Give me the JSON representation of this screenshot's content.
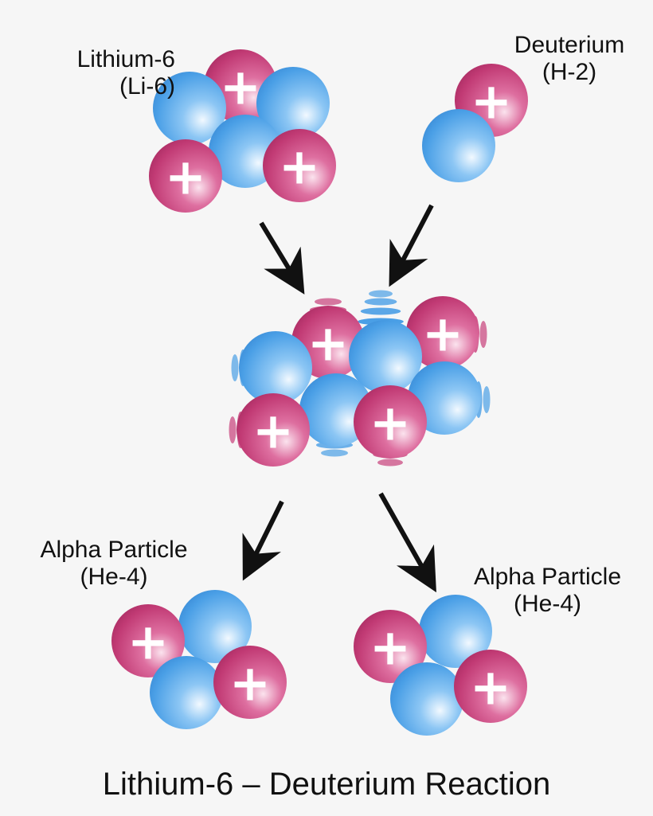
{
  "diagram": {
    "caption": "Lithium-6 – Deuterium Reaction",
    "nodes": [
      {
        "id": "lithium-6",
        "name": "Lithium-6",
        "symbol": "(Li-6)",
        "protons": 3,
        "neutrons": 3
      },
      {
        "id": "deuterium",
        "name": "Deuterium",
        "symbol": "(H-2)",
        "protons": 1,
        "neutrons": 1
      },
      {
        "id": "compound-nucleus",
        "protons": 4,
        "neutrons": 4
      },
      {
        "id": "alpha-1",
        "name": "Alpha Particle",
        "symbol": "(He-4)",
        "protons": 2,
        "neutrons": 2
      },
      {
        "id": "alpha-2",
        "name": "Alpha Particle",
        "symbol": "(He-4)",
        "protons": 2,
        "neutrons": 2
      }
    ],
    "edges": [
      {
        "from": "lithium-6",
        "to": "compound-nucleus"
      },
      {
        "from": "deuterium",
        "to": "compound-nucleus"
      },
      {
        "from": "compound-nucleus",
        "to": "alpha-1"
      },
      {
        "from": "compound-nucleus",
        "to": "alpha-2"
      }
    ],
    "legend": {
      "proton_symbol": "+",
      "proton_color": "#c8407a",
      "neutron_color": "#4a9fe6"
    }
  }
}
